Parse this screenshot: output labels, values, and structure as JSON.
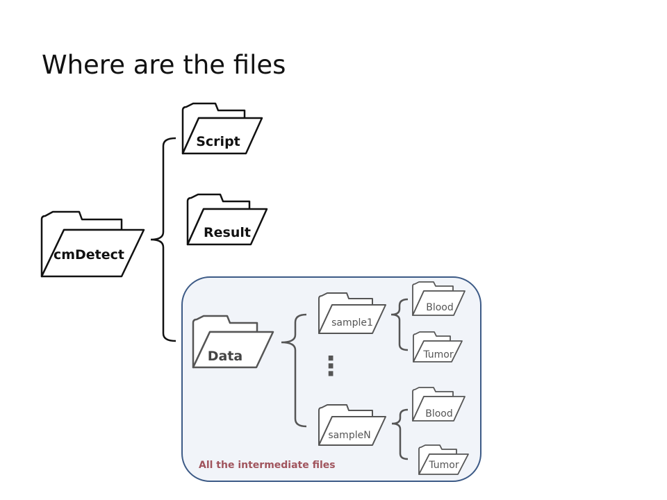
{
  "slide": {
    "title": "Where are the files"
  },
  "folders": {
    "root": "cmDetect",
    "script": "Script",
    "result": "Result",
    "data": "Data",
    "sample_first": "sample1",
    "sample_last": "sampleN",
    "blood_1": "Blood",
    "tumor_1": "Tumor",
    "blood_n": "Blood",
    "tumor_n": "Tumor"
  },
  "annotation": {
    "intermediate_note": "All the intermediate files",
    "ellipsis": "⋮"
  },
  "colors": {
    "folder_stroke_dark": "#111111",
    "folder_stroke_gray": "#555555",
    "highlight_fill": "#f1f4f9",
    "highlight_border": "#3c5a86",
    "note_color": "#a0545d"
  }
}
